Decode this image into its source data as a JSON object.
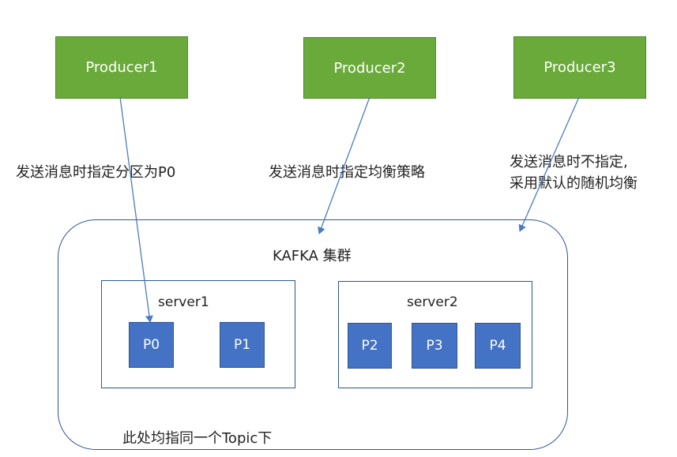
{
  "producers": [
    {
      "label": "Producer1"
    },
    {
      "label": "Producer2"
    },
    {
      "label": "Producer3"
    }
  ],
  "annotations": {
    "p1": "发送消息时指定分区为P0",
    "p2": "发送消息时指定均衡策略",
    "p3_line1": "发送消息时不指定,",
    "p3_line2": "采用默认的随机均衡"
  },
  "cluster": {
    "title": "KAFKA 集群",
    "footer": "此处均指同一个Topic下"
  },
  "servers": [
    {
      "label": "server1",
      "partitions": [
        "P0",
        "P1"
      ]
    },
    {
      "label": "server2",
      "partitions": [
        "P2",
        "P3",
        "P4"
      ]
    }
  ],
  "colors": {
    "producer_fill": "#6aaa3a",
    "partition_fill": "#4472c4",
    "line": "#2f5597",
    "arrow": "#4a7cc4"
  }
}
